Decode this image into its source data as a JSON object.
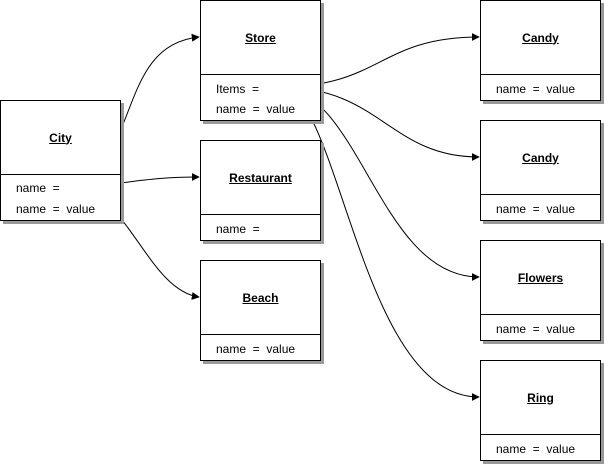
{
  "nodes": {
    "city": {
      "title": "City",
      "attrs": [
        "name  =",
        "name  =  value"
      ]
    },
    "store": {
      "title": "Store",
      "attrs": [
        "Items  =",
        "name  =  value"
      ]
    },
    "restaurant": {
      "title": "Restaurant",
      "attrs": [
        "name  ="
      ]
    },
    "beach": {
      "title": "Beach",
      "attrs": [
        "name  =  value"
      ]
    },
    "candy1": {
      "title": "Candy",
      "attrs": [
        "name  =  value"
      ]
    },
    "candy2": {
      "title": "Candy",
      "attrs": [
        "name  =  value"
      ]
    },
    "flowers": {
      "title": "Flowers",
      "attrs": [
        "name  =  value"
      ]
    },
    "ring": {
      "title": "Ring",
      "attrs": [
        "name  =  value"
      ]
    }
  }
}
